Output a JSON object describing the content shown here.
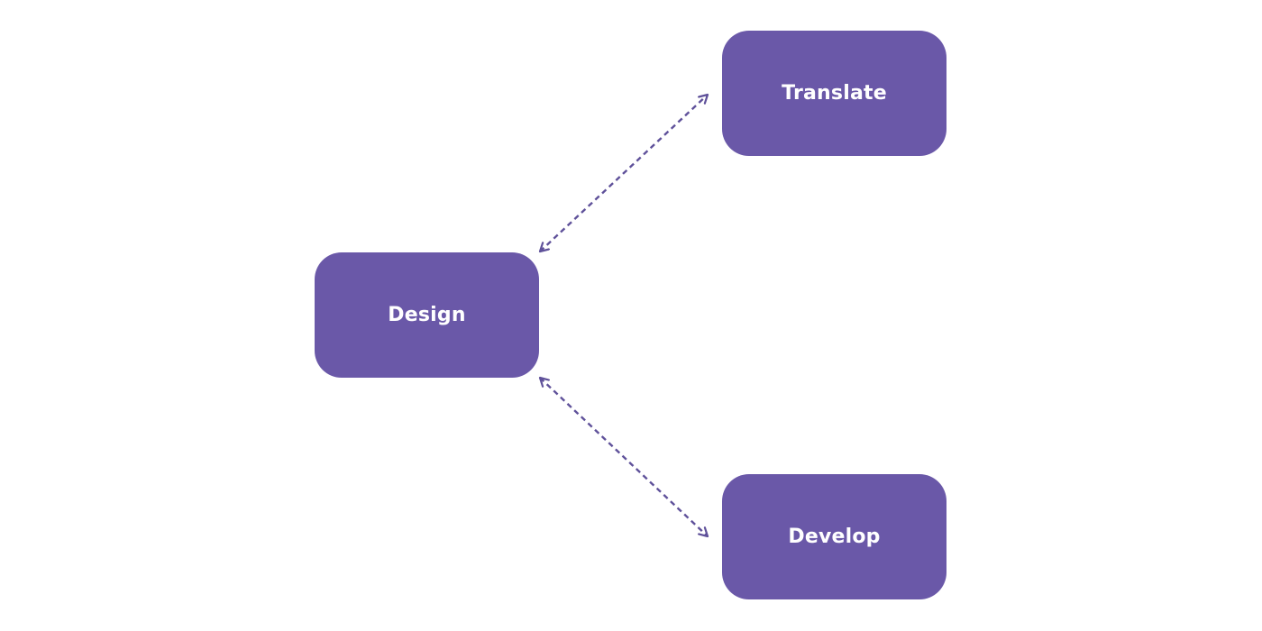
{
  "diagram": {
    "accent_color": "#6a58a8",
    "text_color": "#ffffff",
    "connector_color": "#5f519a",
    "connector_style": "dashed",
    "nodes": {
      "design": {
        "label": "Design"
      },
      "translate": {
        "label": "Translate"
      },
      "develop": {
        "label": "Develop"
      }
    },
    "edges": [
      {
        "from": "design",
        "to": "translate",
        "direction": "bidirectional"
      },
      {
        "from": "design",
        "to": "develop",
        "direction": "bidirectional"
      }
    ]
  }
}
